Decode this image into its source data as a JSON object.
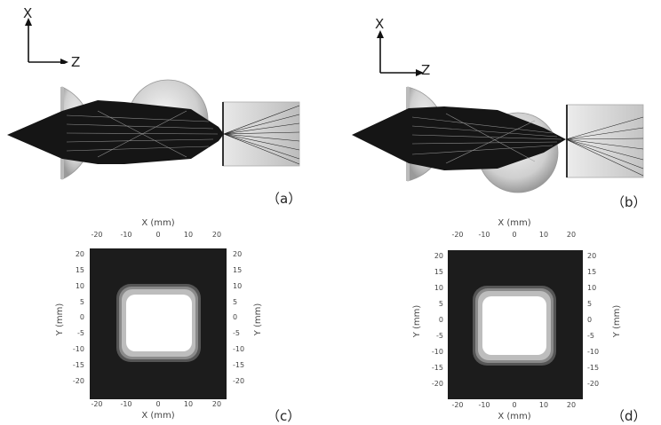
{
  "panels": {
    "a": {
      "label": "（a）",
      "axis_vertical": "X",
      "axis_horizontal": "Z"
    },
    "b": {
      "label": "（b）",
      "axis_vertical": "X",
      "axis_horizontal": "Z"
    },
    "c": {
      "label": "（c）",
      "top_axis_label": "X (mm)",
      "bottom_axis_label": "X (mm)",
      "left_axis_label": "Y (mm)",
      "right_axis_label": "Y (mm)",
      "ticks": [
        "-20",
        "-10",
        "0",
        "10",
        "20"
      ],
      "side_ticks": [
        "20",
        "15",
        "10",
        "5",
        "0",
        "-5",
        "-10",
        "-15",
        "-20"
      ]
    },
    "d": {
      "label": "（d）",
      "top_axis_label": "X (mm)",
      "bottom_axis_label": "X (mm)",
      "left_axis_label": "Y (mm)",
      "right_axis_label": "Y (mm)",
      "ticks": [
        "-20",
        "-10",
        "0",
        "10",
        "20"
      ],
      "side_ticks": [
        "20",
        "15",
        "10",
        "5",
        "0",
        "-5",
        "-10",
        "-15",
        "-20"
      ]
    }
  },
  "colors": {
    "background": "#ffffff",
    "ink": "#111111",
    "map_dark": "#1c1c1c",
    "ring_outer": "#555555",
    "ring_mid": "#8a8a8a",
    "ring_inner": "#bdbdbd",
    "core": "#ffffff"
  }
}
